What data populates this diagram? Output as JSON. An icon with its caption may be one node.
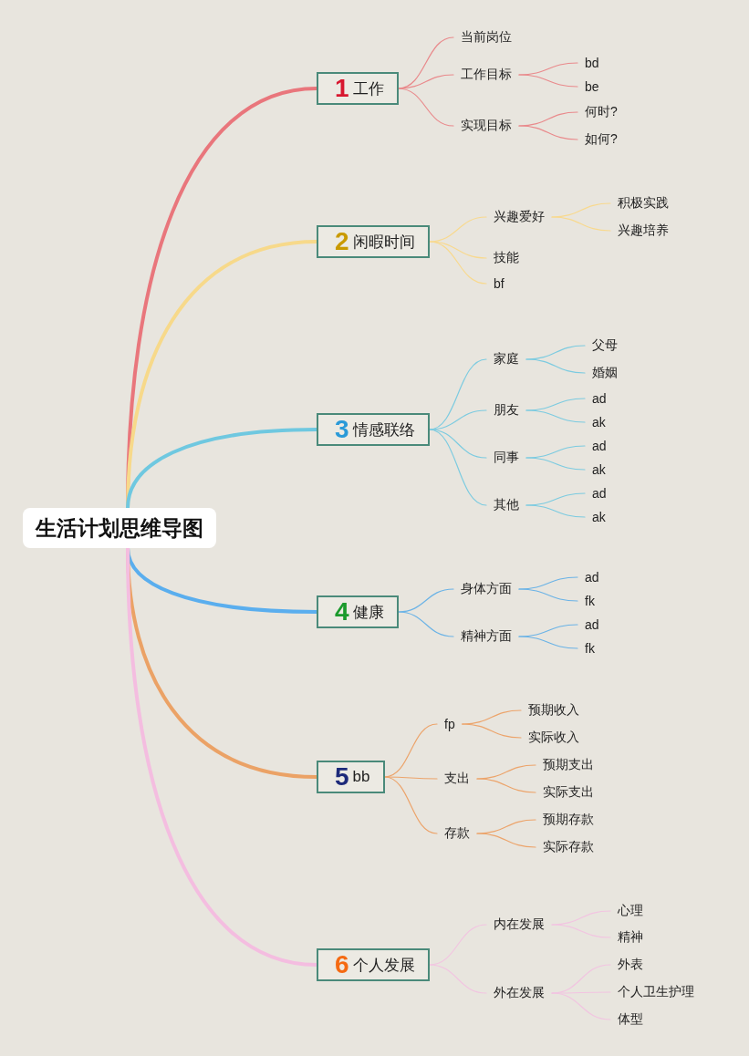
{
  "diagram": {
    "nodes": [
      {
        "text": [
          "生活计划思维导图"
        ]
      },
      {
        "text": [
          "1",
          "工作"
        ]
      },
      {
        "text": [
          "当前岗位"
        ]
      },
      {
        "text": [
          "工作目标"
        ]
      },
      {
        "text": [
          "bd"
        ]
      },
      {
        "text": [
          "be"
        ]
      },
      {
        "text": [
          "实现目标"
        ]
      },
      {
        "text": [
          "何时?"
        ]
      },
      {
        "text": [
          "如何?"
        ]
      },
      {
        "text": [
          "2",
          "闲暇时间"
        ]
      },
      {
        "text": [
          "兴趣爱好"
        ]
      },
      {
        "text": [
          "积极实践"
        ]
      },
      {
        "text": [
          "兴趣培养"
        ]
      },
      {
        "text": [
          "技能"
        ]
      },
      {
        "text": [
          "bf"
        ]
      },
      {
        "text": [
          "3",
          "情感联络"
        ]
      },
      {
        "text": [
          "家庭"
        ]
      },
      {
        "text": [
          "父母"
        ]
      },
      {
        "text": [
          "婚姻"
        ]
      },
      {
        "text": [
          "朋友"
        ]
      },
      {
        "text": [
          "ad"
        ]
      },
      {
        "text": [
          "ak"
        ]
      },
      {
        "text": [
          "同事"
        ]
      },
      {
        "text": [
          "ad"
        ]
      },
      {
        "text": [
          "ak"
        ]
      },
      {
        "text": [
          "其他"
        ]
      },
      {
        "text": [
          "ad"
        ]
      },
      {
        "text": [
          "ak"
        ]
      },
      {
        "text": [
          "4",
          "健康"
        ]
      },
      {
        "text": [
          "身体方面"
        ]
      },
      {
        "text": [
          "ad"
        ]
      },
      {
        "text": [
          "fk"
        ]
      },
      {
        "text": [
          "精神方面"
        ]
      },
      {
        "text": [
          "ad"
        ]
      },
      {
        "text": [
          "fk"
        ]
      },
      {
        "text": [
          "5",
          "bb"
        ]
      },
      {
        "text": [
          "fp"
        ]
      },
      {
        "text": [
          "预期收入"
        ]
      },
      {
        "text": [
          "实际收入"
        ]
      },
      {
        "text": [
          "支出"
        ]
      },
      {
        "text": [
          "预期支出"
        ]
      },
      {
        "text": [
          "实际支出"
        ]
      },
      {
        "text": [
          "存款"
        ]
      },
      {
        "text": [
          "预期存款"
        ]
      },
      {
        "text": [
          "实际存款"
        ]
      },
      {
        "text": [
          "6",
          "个人发展"
        ]
      },
      {
        "text": [
          "内在发展"
        ]
      },
      {
        "text": [
          "心理"
        ]
      },
      {
        "text": [
          "精神"
        ]
      },
      {
        "text": [
          "外在发展"
        ]
      },
      {
        "text": [
          "外表"
        ]
      },
      {
        "text": [
          "个人卫生护理"
        ]
      },
      {
        "text": [
          "体型"
        ]
      }
    ],
    "edges": [
      {
        "from": 0,
        "to": 1,
        "arrow": "none",
        "style": "thick",
        "color": "#e9767c"
      },
      {
        "from": 0,
        "to": 9,
        "arrow": "none",
        "style": "thick",
        "color": "#f7d98a"
      },
      {
        "from": 0,
        "to": 15,
        "arrow": "none",
        "style": "thick",
        "color": "#6fc8e0"
      },
      {
        "from": 0,
        "to": 28,
        "arrow": "none",
        "style": "thick",
        "color": "#5aaeee"
      },
      {
        "from": 0,
        "to": 35,
        "arrow": "none",
        "style": "thick",
        "color": "#eba266"
      },
      {
        "from": 0,
        "to": 45,
        "arrow": "none",
        "style": "thick",
        "color": "#f4bde0"
      },
      {
        "from": 1,
        "to": 2,
        "arrow": "none",
        "color": "#e98a8c"
      },
      {
        "from": 1,
        "to": 3,
        "arrow": "none",
        "color": "#e98a8c"
      },
      {
        "from": 1,
        "to": 6,
        "arrow": "none",
        "color": "#e98a8c"
      },
      {
        "from": 3,
        "to": 4,
        "arrow": "none",
        "color": "#e98a8c"
      },
      {
        "from": 3,
        "to": 5,
        "arrow": "none",
        "color": "#e98a8c"
      },
      {
        "from": 6,
        "to": 7,
        "arrow": "none",
        "color": "#e98a8c"
      },
      {
        "from": 6,
        "to": 8,
        "arrow": "none",
        "color": "#e98a8c"
      },
      {
        "from": 9,
        "to": 10,
        "arrow": "none",
        "color": "#f8d98e"
      },
      {
        "from": 9,
        "to": 13,
        "arrow": "none",
        "color": "#f8d98e"
      },
      {
        "from": 9,
        "to": 14,
        "arrow": "none",
        "color": "#f8d98e"
      },
      {
        "from": 10,
        "to": 11,
        "arrow": "none",
        "color": "#f8d98e"
      },
      {
        "from": 10,
        "to": 12,
        "arrow": "none",
        "color": "#f8d98e"
      },
      {
        "from": 15,
        "to": 16,
        "arrow": "none",
        "color": "#7ccbe0"
      },
      {
        "from": 15,
        "to": 19,
        "arrow": "none",
        "color": "#7ccbe0"
      },
      {
        "from": 15,
        "to": 22,
        "arrow": "none",
        "color": "#7ccbe0"
      },
      {
        "from": 15,
        "to": 25,
        "arrow": "none",
        "color": "#7ccbe0"
      },
      {
        "from": 16,
        "to": 17,
        "arrow": "none",
        "color": "#7ccbe0"
      },
      {
        "from": 16,
        "to": 18,
        "arrow": "none",
        "color": "#7ccbe0"
      },
      {
        "from": 19,
        "to": 20,
        "arrow": "none",
        "color": "#7ccbe0"
      },
      {
        "from": 19,
        "to": 21,
        "arrow": "none",
        "color": "#7ccbe0"
      },
      {
        "from": 22,
        "to": 23,
        "arrow": "none",
        "color": "#7ccbe0"
      },
      {
        "from": 22,
        "to": 24,
        "arrow": "none",
        "color": "#7ccbe0"
      },
      {
        "from": 25,
        "to": 26,
        "arrow": "none",
        "color": "#7ccbe0"
      },
      {
        "from": 25,
        "to": 27,
        "arrow": "none",
        "color": "#7ccbe0"
      },
      {
        "from": 28,
        "to": 29,
        "arrow": "none",
        "color": "#6bb3e6"
      },
      {
        "from": 28,
        "to": 32,
        "arrow": "none",
        "color": "#6bb3e6"
      },
      {
        "from": 29,
        "to": 30,
        "arrow": "none",
        "color": "#6bb3e6"
      },
      {
        "from": 29,
        "to": 31,
        "arrow": "none",
        "color": "#6bb3e6"
      },
      {
        "from": 32,
        "to": 33,
        "arrow": "none",
        "color": "#6bb3e6"
      },
      {
        "from": 32,
        "to": 34,
        "arrow": "none",
        "color": "#6bb3e6"
      },
      {
        "from": 35,
        "to": 36,
        "arrow": "none",
        "color": "#eca46b"
      },
      {
        "from": 35,
        "to": 39,
        "arrow": "none",
        "color": "#eca46b"
      },
      {
        "from": 35,
        "to": 42,
        "arrow": "none",
        "color": "#eca46b"
      },
      {
        "from": 36,
        "to": 37,
        "arrow": "none",
        "color": "#eca46b"
      },
      {
        "from": 36,
        "to": 38,
        "arrow": "none",
        "color": "#eca46b"
      },
      {
        "from": 39,
        "to": 40,
        "arrow": "none",
        "color": "#eca46b"
      },
      {
        "from": 39,
        "to": 41,
        "arrow": "none",
        "color": "#eca46b"
      },
      {
        "from": 42,
        "to": 43,
        "arrow": "none",
        "color": "#eca46b"
      },
      {
        "from": 42,
        "to": 44,
        "arrow": "none",
        "color": "#eca46b"
      },
      {
        "from": 45,
        "to": 46,
        "arrow": "none",
        "color": "#f2c4e1"
      },
      {
        "from": 45,
        "to": 49,
        "arrow": "none",
        "color": "#f2c4e1"
      },
      {
        "from": 46,
        "to": 47,
        "arrow": "none",
        "color": "#f2c4e1"
      },
      {
        "from": 46,
        "to": 48,
        "arrow": "none",
        "color": "#f2c4e1"
      },
      {
        "from": 49,
        "to": 50,
        "arrow": "none",
        "color": "#f2c4e1"
      },
      {
        "from": 49,
        "to": 51,
        "arrow": "none",
        "color": "#f2c4e1"
      },
      {
        "from": 49,
        "to": 52,
        "arrow": "none",
        "color": "#f2c4e1"
      }
    ]
  }
}
